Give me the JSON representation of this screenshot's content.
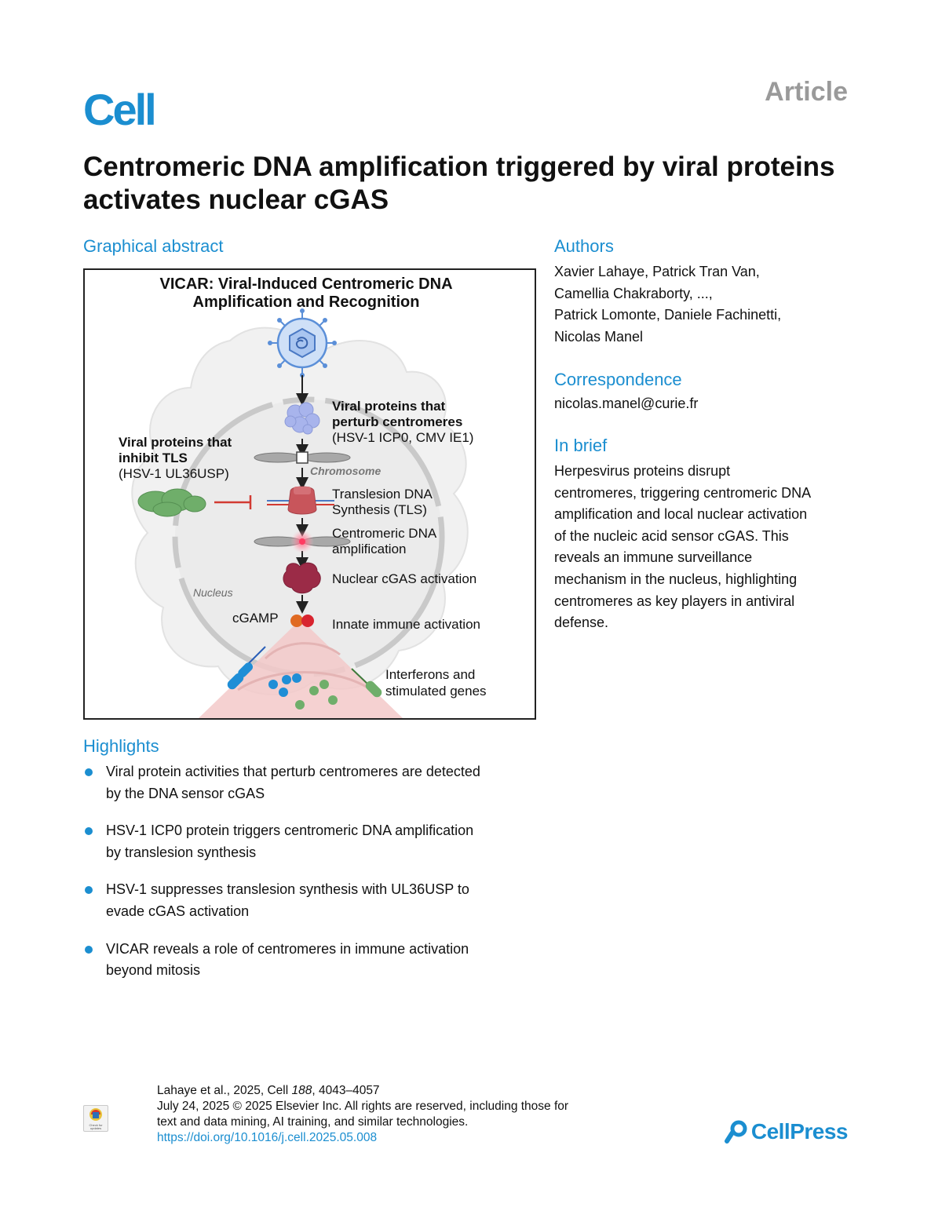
{
  "header": {
    "journal": "Cell",
    "article_type": "Article"
  },
  "title": "Centromeric DNA amplification triggered by viral proteins activates nuclear cGAS",
  "graphical_abstract": {
    "heading": "Graphical abstract",
    "title_line1": "VICAR: Viral-Induced Centromeric DNA",
    "title_line2": "Amplification and Recognition",
    "perturb_bold1": "Viral proteins that",
    "perturb_bold2": "perturb centromeres",
    "perturb_examples": "(HSV-1 ICP0, CMV IE1)",
    "inhibit_bold1": "Viral proteins that",
    "inhibit_bold2": "inhibit TLS",
    "inhibit_examples": "(HSV-1 UL36USP)",
    "chromosome": "Chromosome",
    "tls_line1": "Translesion DNA",
    "tls_line2": "Synthesis (TLS)",
    "amp_line1": "Centromeric DNA",
    "amp_line2": "amplification",
    "cgas": "Nuclear cGAS activation",
    "nucleus": "Nucleus",
    "cgamp": "cGAMP",
    "innate": "Innate immune activation",
    "ifn_line1": "Interferons and",
    "ifn_line2": "stimulated genes",
    "colors": {
      "accent_blue": "#1b8ed0",
      "virus_blue": "#5b8fd8",
      "protein_green": "#6fae6a",
      "tls_red": "#c8555b",
      "cgas_maroon": "#9b2b47",
      "inhibit_red": "#d23a32",
      "cone_pink": "#f3c9c9"
    }
  },
  "authors": {
    "heading": "Authors",
    "line1": "Xavier Lahaye, Patrick Tran Van,",
    "line2": "Camellia Chakraborty, ...,",
    "line3": "Patrick Lomonte, Daniele Fachinetti,",
    "line4": "Nicolas Manel"
  },
  "correspondence": {
    "heading": "Correspondence",
    "email": "nicolas.manel@curie.fr"
  },
  "in_brief": {
    "heading": "In brief",
    "lines": [
      "Herpesvirus proteins disrupt",
      "centromeres, triggering centromeric DNA",
      "amplification and local nuclear activation",
      "of the nucleic acid sensor cGAS. This",
      "reveals an immune surveillance",
      "mechanism in the nucleus, highlighting",
      "centromeres as key players in antiviral",
      "defense."
    ]
  },
  "highlights": {
    "heading": "Highlights",
    "items": [
      {
        "line1": "Viral protein activities that perturb centromeres are detected",
        "line2": "by the DNA sensor cGAS"
      },
      {
        "line1": "HSV-1 ICP0 protein triggers centromeric DNA amplification",
        "line2": "by translesion synthesis"
      },
      {
        "line1": "HSV-1 suppresses translesion synthesis with UL36USP to",
        "line2": "evade cGAS activation"
      },
      {
        "line1": "VICAR reveals a role of centromeres in immune activation",
        "line2": "beyond mitosis"
      }
    ]
  },
  "footer": {
    "citation_prefix": "Lahaye et al., 2025, Cell ",
    "citation_volume": "188",
    "citation_pages": ", 4043–4057",
    "line2": "July 24, 2025 © 2025 Elsevier Inc. All rights are reserved, including those for",
    "line3": "text and data mining, AI training, and similar technologies.",
    "doi": "https://doi.org/10.1016/j.cell.2025.05.008",
    "crossmark": "Check for updates",
    "publisher": "CellPress"
  }
}
